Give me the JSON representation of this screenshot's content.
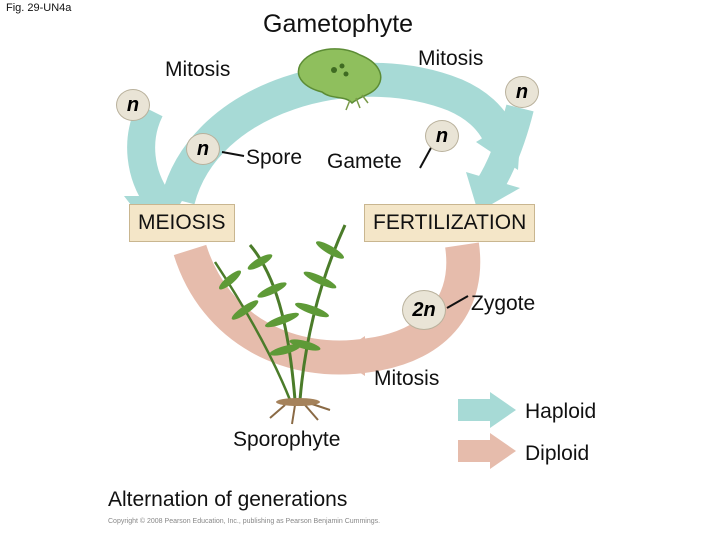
{
  "figure_label": "Fig. 29-UN4a",
  "title_top": "Gametophyte",
  "labels": {
    "mitosis_upper_left": "Mitosis",
    "mitosis_upper_right": "Mitosis",
    "mitosis_bottom": "Mitosis",
    "spore": "Spore",
    "gamete": "Gamete",
    "meiosis": "MEIOSIS",
    "fertilization": "FERTILIZATION",
    "zygote": "Zygote",
    "sporophyte": "Sporophyte"
  },
  "ploidy": {
    "n_left": "n",
    "n_spore": "n",
    "n_gamete": "n",
    "n_right": "n",
    "two_n": "2n"
  },
  "legend": {
    "haploid": "Haploid",
    "diploid": "Diploid",
    "haploid_color": "#9fd3d0",
    "diploid_color": "#e3b6a5"
  },
  "caption": "Alternation of generations",
  "copyright": "Copyright © 2008 Pearson Education, Inc., publishing as Pearson Benjamin Cummings."
}
